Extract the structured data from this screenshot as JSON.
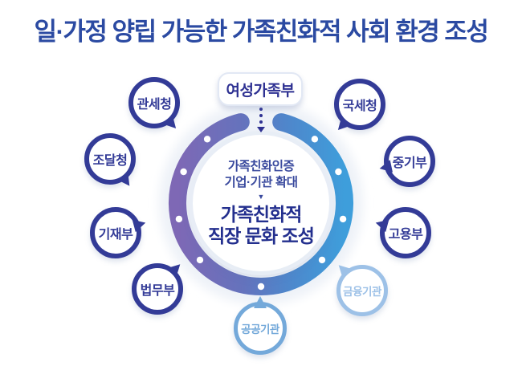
{
  "title": "일·가정 양립 가능한 가족친화적 사회 환경 조성",
  "diagram": {
    "top_box": {
      "label": "여성가족부"
    },
    "center": {
      "line1": "가족친화인증",
      "line2": "기업·기관 확대",
      "arrow": "▼",
      "line3": "가족친화적",
      "line4": "직장 문화 조성"
    },
    "bubbles": [
      {
        "id": "gwansecheong",
        "label": "관세청",
        "theme": "navy"
      },
      {
        "id": "guksecheong",
        "label": "국세청",
        "theme": "navy"
      },
      {
        "id": "jodalcheong",
        "label": "조달청",
        "theme": "navy"
      },
      {
        "id": "junggibu",
        "label": "중기부",
        "theme": "navy"
      },
      {
        "id": "gijaebu",
        "label": "기재부",
        "theme": "navy"
      },
      {
        "id": "goyongbu",
        "label": "고용부",
        "theme": "navy"
      },
      {
        "id": "beommubu",
        "label": "법무부",
        "theme": "navy"
      },
      {
        "id": "geumyung-gigwan",
        "label": "금융기관",
        "theme": "light-blue"
      },
      {
        "id": "gonggong-gigwan",
        "label": "공공기관",
        "theme": "mid-blue"
      }
    ],
    "colors": {
      "title_blue": "#2b4aa2",
      "navy": "#333b97",
      "light_blue": "#9dc1e7",
      "mid_blue": "#74a9da",
      "ring_purple": "#7e68b5",
      "ring_blue": "#3e9edb"
    }
  }
}
